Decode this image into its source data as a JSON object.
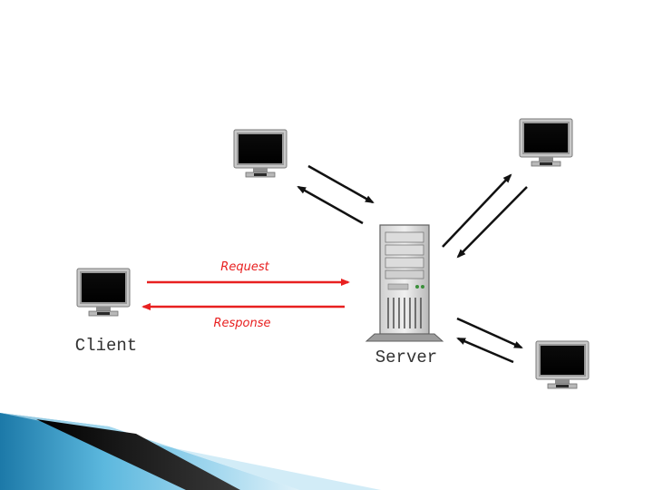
{
  "diagram": {
    "labels": {
      "client": "Client",
      "server": "Server",
      "request": "Request",
      "response": "Response"
    },
    "colors": {
      "request_arrow": "#e82020",
      "response_arrow": "#e82020",
      "peer_arrow": "#111111",
      "label_text": "#333333",
      "slide_accent_light": "#6fc2e0",
      "slide_accent_dark": "#0a0a0a"
    },
    "icons": {
      "computer": "monitor-icon",
      "server": "server-tower-icon"
    }
  }
}
